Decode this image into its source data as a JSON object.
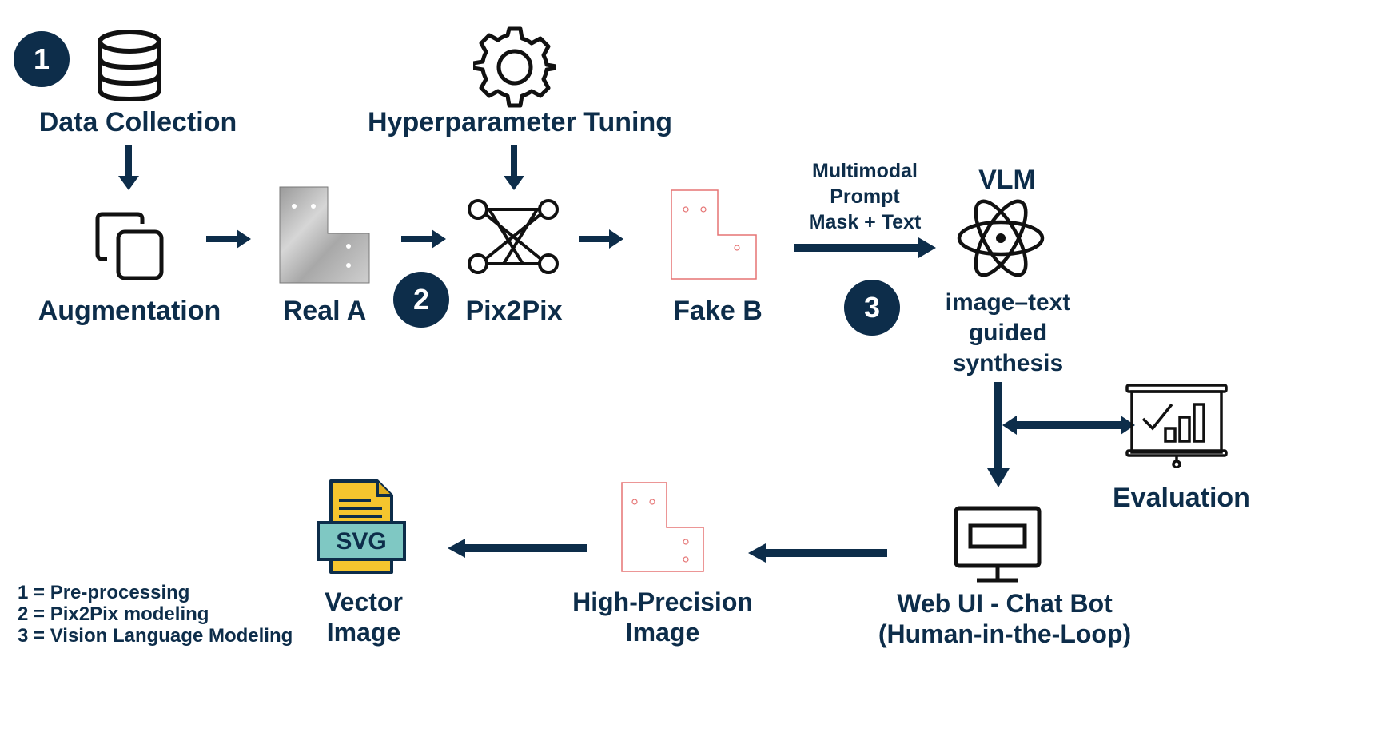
{
  "colors": {
    "navy": "#0d2d4a",
    "sketch_red": "#e57373",
    "svg_yellow": "#f5c52e",
    "svg_teal": "#7fc8c3"
  },
  "badges": {
    "b1": "1",
    "b2": "2",
    "b3": "3"
  },
  "labels": {
    "data_collection": "Data Collection",
    "hyperparameter_tuning": "Hyperparameter Tuning",
    "augmentation": "Augmentation",
    "real_a": "Real A",
    "pix2pix": "Pix2Pix",
    "fake_b": "Fake B",
    "prompt_line1": "Multimodal",
    "prompt_line2": "Prompt",
    "prompt_line3": "Mask + Text",
    "vlm": "VLM",
    "synth_line1": "image–text",
    "synth_line2": "guided",
    "synth_line3": "synthesis",
    "evaluation": "Evaluation",
    "webui_line1": "Web UI - Chat Bot",
    "webui_line2": "(Human-in-the-Loop)",
    "highprec_line1": "High-Precision",
    "highprec_line2": "Image",
    "vector_line1": "Vector",
    "vector_line2": "Image",
    "svg_text": "SVG"
  },
  "legend": [
    "1 = Pre-processing",
    "2 = Pix2Pix modeling",
    "3 = Vision Language Modeling"
  ],
  "icons": {
    "database": "database-icon",
    "gear": "gear-icon",
    "copy": "copy-icon",
    "network": "neural-network-icon",
    "atom": "atom-icon",
    "chart": "presentation-chart-icon",
    "monitor": "monitor-icon",
    "svg_file": "svg-file-icon"
  }
}
